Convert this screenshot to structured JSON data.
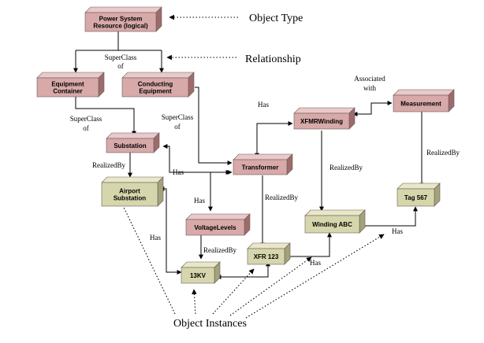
{
  "colors": {
    "type_front": "#d8a9a9",
    "type_top": "#e9c9c9",
    "type_side": "#9e6b6b",
    "instance_front": "#d6d6ac",
    "instance_top": "#e8e8c9",
    "instance_side": "#a3a37a"
  },
  "annotations": {
    "object_type": "Object Type",
    "relationship": "Relationship",
    "object_instances": "Object Instances"
  },
  "object_types": {
    "power_system_resource": [
      "Power System",
      "Resource (logical)"
    ],
    "equipment_container": [
      "Equipment",
      "Container"
    ],
    "conducting_equipment": [
      "Conducting",
      "Equipment"
    ],
    "substation": [
      "Substation"
    ],
    "transformer": [
      "Transformer"
    ],
    "xfmr_winding": [
      "XFMRWinding"
    ],
    "measurement": [
      "Measurement"
    ],
    "voltage_levels": [
      "VoltageLevels"
    ]
  },
  "object_instances": {
    "airport_substation": [
      "Airport",
      "Substation"
    ],
    "winding_abc": [
      "Winding ABC"
    ],
    "tag_567": [
      "Tag 567"
    ],
    "xfr_123": [
      "XFR 123"
    ],
    "kv_13": [
      "13KV"
    ]
  },
  "relationship_labels": {
    "superclass_top": [
      "SuperClass",
      "of"
    ],
    "superclass_left": [
      "SuperClass",
      "of"
    ],
    "superclass_mid": [
      "SuperClass",
      "of"
    ],
    "associated_with": [
      "Associated",
      "with"
    ],
    "has_transformer_winding": "Has",
    "has_substation_transformer": "Has",
    "has_transformer_voltage": "Has",
    "has_airport_13kv": "Has",
    "has_13kv_xfr": "Has",
    "has_winding_tag": "Has",
    "realizedby_substation": "RealizedBy",
    "realizedby_transformer": "RealizedBy",
    "realizedby_winding": "RealizedBy",
    "realizedby_measurement": "RealizedBy",
    "realizedby_voltage": "RealizedBy"
  }
}
